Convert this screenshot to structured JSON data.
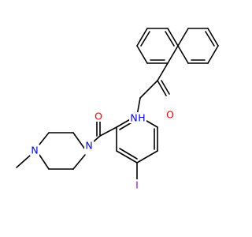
{
  "molecule": {
    "atoms": [
      {
        "id": "O_amide",
        "label": "O",
        "color": "#ff0000"
      },
      {
        "id": "N_amide",
        "label": "N",
        "sub": "H",
        "color": "#0000ff"
      },
      {
        "id": "O_ketone",
        "label": "O",
        "color": "#ff0000"
      },
      {
        "id": "N_pip1",
        "label": "N",
        "color": "#0000ff"
      },
      {
        "id": "N_pip4",
        "label": "N",
        "color": "#0000ff"
      },
      {
        "id": "I",
        "label": "I",
        "color": "#9400d3"
      }
    ]
  }
}
